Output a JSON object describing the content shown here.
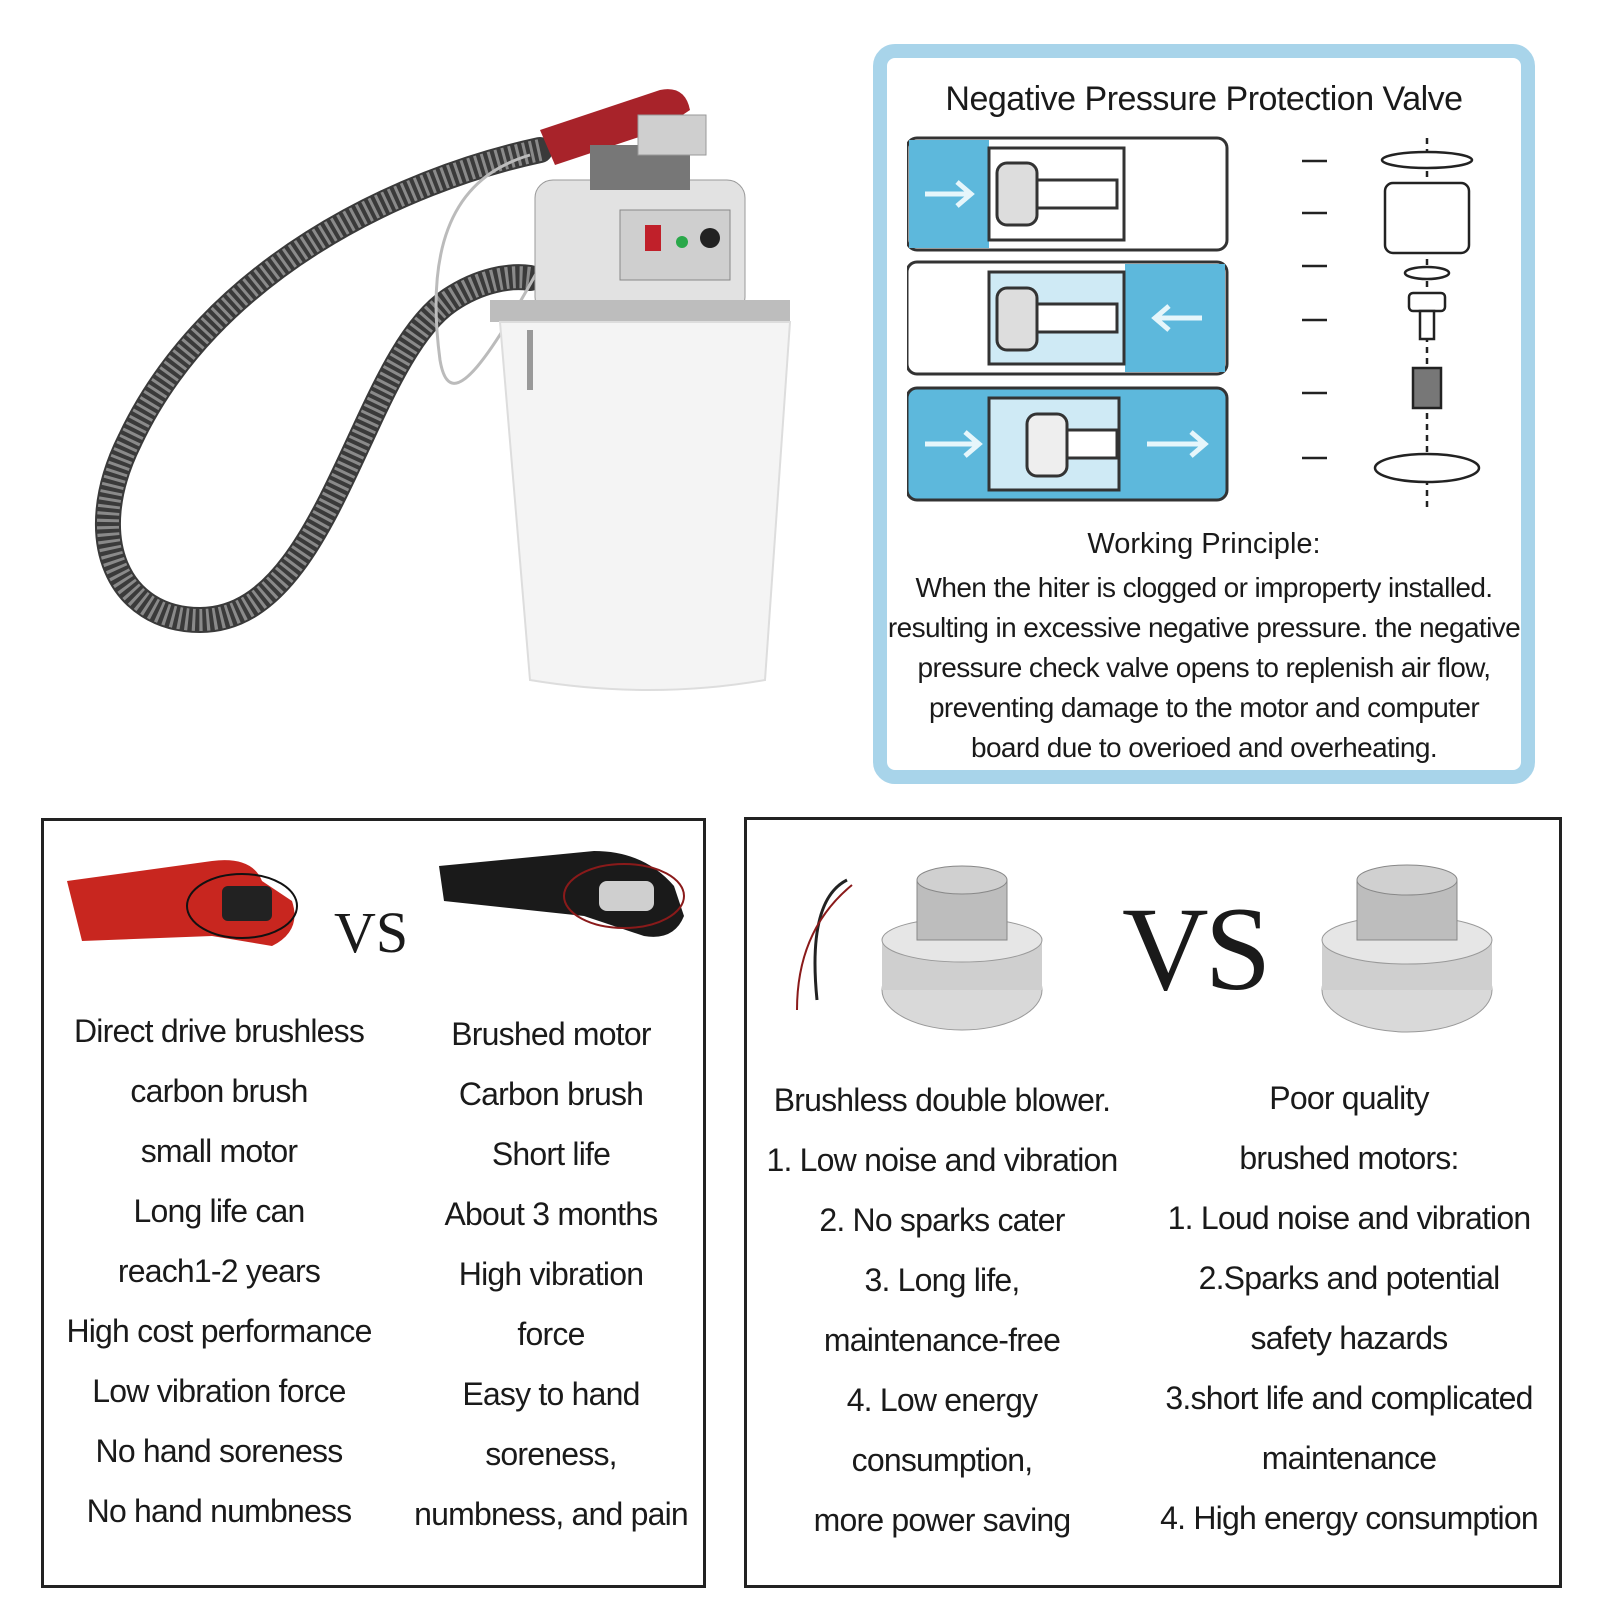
{
  "valve_panel": {
    "title": "Negative Pressure Protection Valve",
    "principle_heading": "Working Principle:",
    "principle_lines": [
      "When the hiter is clogged or improperty installed.",
      "resulting in excessive negative pressure. the negative",
      "pressure check valve opens to replenish air flow,",
      "preventing damage to the motor and computer",
      "board due to overioed and overheating."
    ]
  },
  "left_compare": {
    "vs_label": "VS",
    "column_a": [
      "Direct drive brushless",
      "carbon brush",
      "small motor",
      "Long life can",
      "reach1-2 years",
      "High cost performance",
      "Low vibration force",
      "No hand soreness",
      "No hand numbness"
    ],
    "column_b": [
      "Brushed motor",
      "Carbon brush",
      "Short life",
      "About 3 months",
      "High vibration",
      "force",
      "Easy to hand",
      "soreness,",
      "numbness, and pain"
    ]
  },
  "right_compare": {
    "vs_label": "VS",
    "column_a": [
      "Brushless double blower.",
      "1. Low noise and vibration",
      "2. No sparks cater",
      "3. Long life,",
      "maintenance-free",
      "4. Low energy",
      "consumption,",
      "more power saving"
    ],
    "column_b": [
      "Poor quality",
      "brushed motors:",
      "1. Loud noise and vibration",
      "2.Sparks and potential",
      "safety hazards",
      "3.short life and complicated",
      "maintenance",
      "4. High energy consumption"
    ]
  },
  "colors": {
    "panel_border": "#a8d4ea",
    "valve_blue": "#5db8dc",
    "hose_red": "#a8232a",
    "box_border": "#222222"
  }
}
